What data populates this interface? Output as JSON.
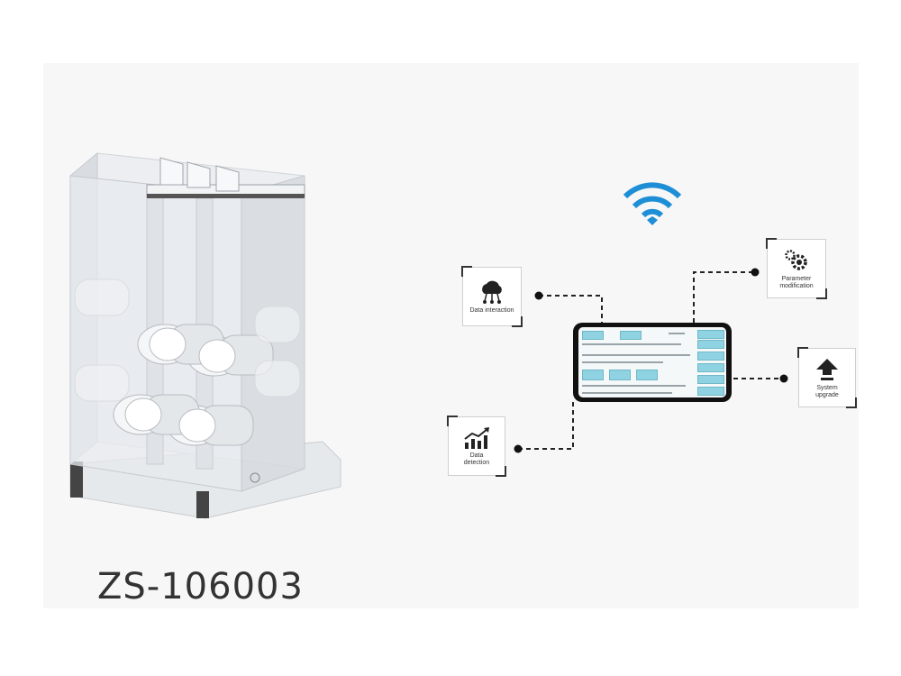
{
  "model_label": "ZS-106003",
  "features": [
    {
      "key": "data_interaction",
      "label": "Data interaction",
      "icon": "cloud-network-icon"
    },
    {
      "key": "parameter_modification",
      "label_line1": "Parameter",
      "label_line2": "modification",
      "icon": "gears-icon"
    },
    {
      "key": "system_upgrade",
      "label_line1": "System",
      "label_line2": "upgrade",
      "icon": "upload-arrow-icon"
    },
    {
      "key": "data_detection",
      "label_line1": "Data",
      "label_line2": "detection",
      "icon": "trend-chart-icon"
    }
  ],
  "colors": {
    "wifi": "#1e8fd6",
    "screen_cell": "#8fd3e2",
    "machine_frame": "#e3e6ea"
  }
}
